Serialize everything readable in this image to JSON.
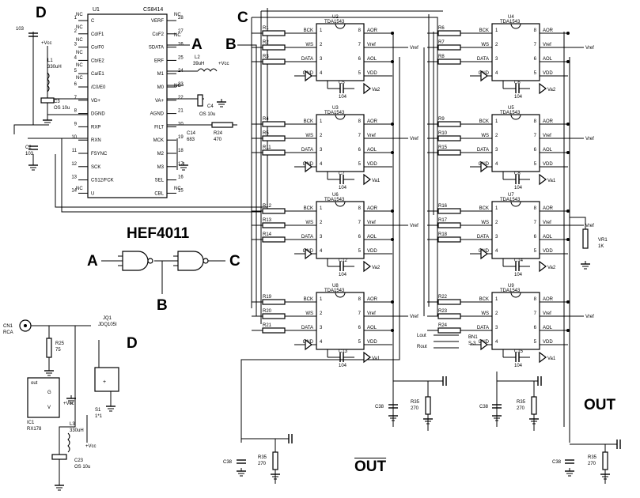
{
  "labels": {
    "A": "A",
    "B": "B",
    "C": "C",
    "D": "D",
    "gate_title": "HEF4011",
    "out": "OUT",
    "out_bar": "OUT"
  },
  "cs8414": {
    "ref": "U1",
    "part": "CS8414",
    "left_pins": [
      {
        "num": "1",
        "name": "C"
      },
      {
        "num": "2",
        "name": "Cd/F1"
      },
      {
        "num": "3",
        "name": "Co/F0"
      },
      {
        "num": "4",
        "name": "Cb/E2"
      },
      {
        "num": "5",
        "name": "Ca/E1"
      },
      {
        "num": "6",
        "name": "/C0/E0"
      },
      {
        "num": "7",
        "name": "VD+"
      },
      {
        "num": "8",
        "name": "DGND"
      },
      {
        "num": "9",
        "name": "RXP"
      },
      {
        "num": "10",
        "name": "RXN"
      },
      {
        "num": "11",
        "name": "FSYNC"
      },
      {
        "num": "12",
        "name": "SCK"
      },
      {
        "num": "13",
        "name": "CS12/FCK"
      },
      {
        "num": "14",
        "name": "U"
      }
    ],
    "right_pins": [
      {
        "num": "28",
        "name": "VERF"
      },
      {
        "num": "27",
        "name": "CoF2"
      },
      {
        "num": "26",
        "name": "SDATA"
      },
      {
        "num": "25",
        "name": "ERF"
      },
      {
        "num": "24",
        "name": "M1"
      },
      {
        "num": "23",
        "name": "M0"
      },
      {
        "num": "22",
        "name": "VA+"
      },
      {
        "num": "21",
        "name": "AGND"
      },
      {
        "num": "20",
        "name": "FILT"
      },
      {
        "num": "19",
        "name": "MCK"
      },
      {
        "num": "18",
        "name": "M2"
      },
      {
        "num": "17",
        "name": "M3"
      },
      {
        "num": "16",
        "name": "SEL"
      },
      {
        "num": "15",
        "name": "CBL"
      }
    ]
  },
  "dacs": [
    {
      "ref": "U2",
      "part": "TDA1543",
      "r": [
        "R1",
        "R2",
        "R3"
      ],
      "cap": "C5",
      "capval": "104"
    },
    {
      "ref": "U3",
      "part": "TDA1543",
      "r": [
        "R4",
        "R5",
        "R11"
      ],
      "cap": "C7",
      "capval": "104"
    },
    {
      "ref": "U6",
      "part": "TDA1543",
      "r": [
        "R12",
        "R13",
        "R14"
      ],
      "cap": "C12",
      "capval": "104"
    },
    {
      "ref": "U8",
      "part": "TDA1543",
      "r": [
        "R19",
        "R20",
        "R21"
      ],
      "cap": "C13",
      "capval": "104"
    },
    {
      "ref": "U4",
      "part": "TDA1543",
      "r": [
        "R6",
        "R7",
        "R8"
      ],
      "cap": "C6",
      "capval": "104"
    },
    {
      "ref": "U5",
      "part": "TDA1543",
      "r": [
        "R9",
        "R10",
        "R15"
      ],
      "cap": "C8",
      "capval": "104"
    },
    {
      "ref": "U7",
      "part": "TDA1543",
      "r": [
        "R16",
        "R17",
        "R18"
      ],
      "cap": "C14",
      "capval": "104"
    },
    {
      "ref": "U9",
      "part": "TDA1543",
      "r": [
        "R22",
        "R23",
        "R24"
      ],
      "cap": "C15",
      "capval": "104"
    }
  ],
  "dac_pins": {
    "left": [
      {
        "num": "1",
        "name": "BCK"
      },
      {
        "num": "2",
        "name": "WS"
      },
      {
        "num": "3",
        "name": "DATA"
      },
      {
        "num": "4",
        "name": "GND"
      }
    ],
    "right": [
      {
        "num": "8",
        "name": "AOR"
      },
      {
        "num": "7",
        "name": "Vref"
      },
      {
        "num": "6",
        "name": "AOL"
      },
      {
        "num": "5",
        "name": "VDD"
      }
    ],
    "vref": "Vref",
    "val": "Va1",
    "val2": "Va2"
  },
  "components": {
    "c103": "103",
    "vcc": "+Vcc",
    "l1": "L1",
    "l1v": "330uH",
    "c3": "C3",
    "c3v": "OS 10u",
    "c2": "C2",
    "c2v": "103",
    "l2": "L2",
    "l2v": "39uH",
    "c4": "C4",
    "c4v": "OS 10u",
    "c14": "C14",
    "c14v": "683",
    "r24": "R24",
    "r24v": "470",
    "vr1": "VR1",
    "vr1v": "1K",
    "cn1": "CN1",
    "cn1v": "RCA",
    "r25": "R25",
    "r25v": "75",
    "jq1": "JQ1",
    "jq1v": "JDQ105I",
    "ic1": "IC1",
    "ic1v": "RX178",
    "out": "out",
    "g": "G",
    "v": "V",
    "s1": "S1",
    "s1v": "1*1",
    "l3": "L3",
    "l3v": "330uH",
    "c23": "C23",
    "c23v": "OS 10u",
    "c38": "C38",
    "r35": "R35",
    "r35v": "270",
    "lout": "Lout",
    "rout": "Rout",
    "bn1": "BN1",
    "bn1v": "S-3",
    "nc": "NC"
  }
}
